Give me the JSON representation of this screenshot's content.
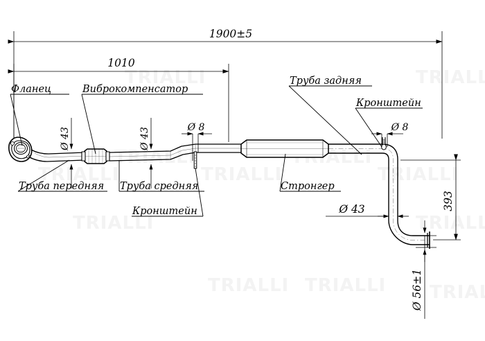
{
  "drawing": {
    "title": "Exhaust system assembly technical drawing",
    "watermark_text": "TRIALLI",
    "background_color": "#ffffff",
    "line_color": "#000000",
    "dimensions": {
      "overall_length": "1900±5",
      "front_section_length": "1010",
      "height_393": "393",
      "diameter_front_pipe": "Ø 43",
      "diameter_middle_pipe": "Ø 43",
      "diameter_rear_pipe": "Ø 43",
      "bracket_left": "Ø 8",
      "bracket_right": "Ø 8",
      "tail_outlet": "Ø 56±1"
    },
    "labels": {
      "flange": "Фланец",
      "vibration_compensator": "Виброкомпенсатор",
      "front_pipe": "Труба передняя",
      "middle_pipe": "Труба средняя",
      "bracket_left": "Кронштейн",
      "stronger": "Стронгер",
      "rear_pipe": "Труба задняя",
      "bracket_right": "Кронштейн"
    }
  }
}
